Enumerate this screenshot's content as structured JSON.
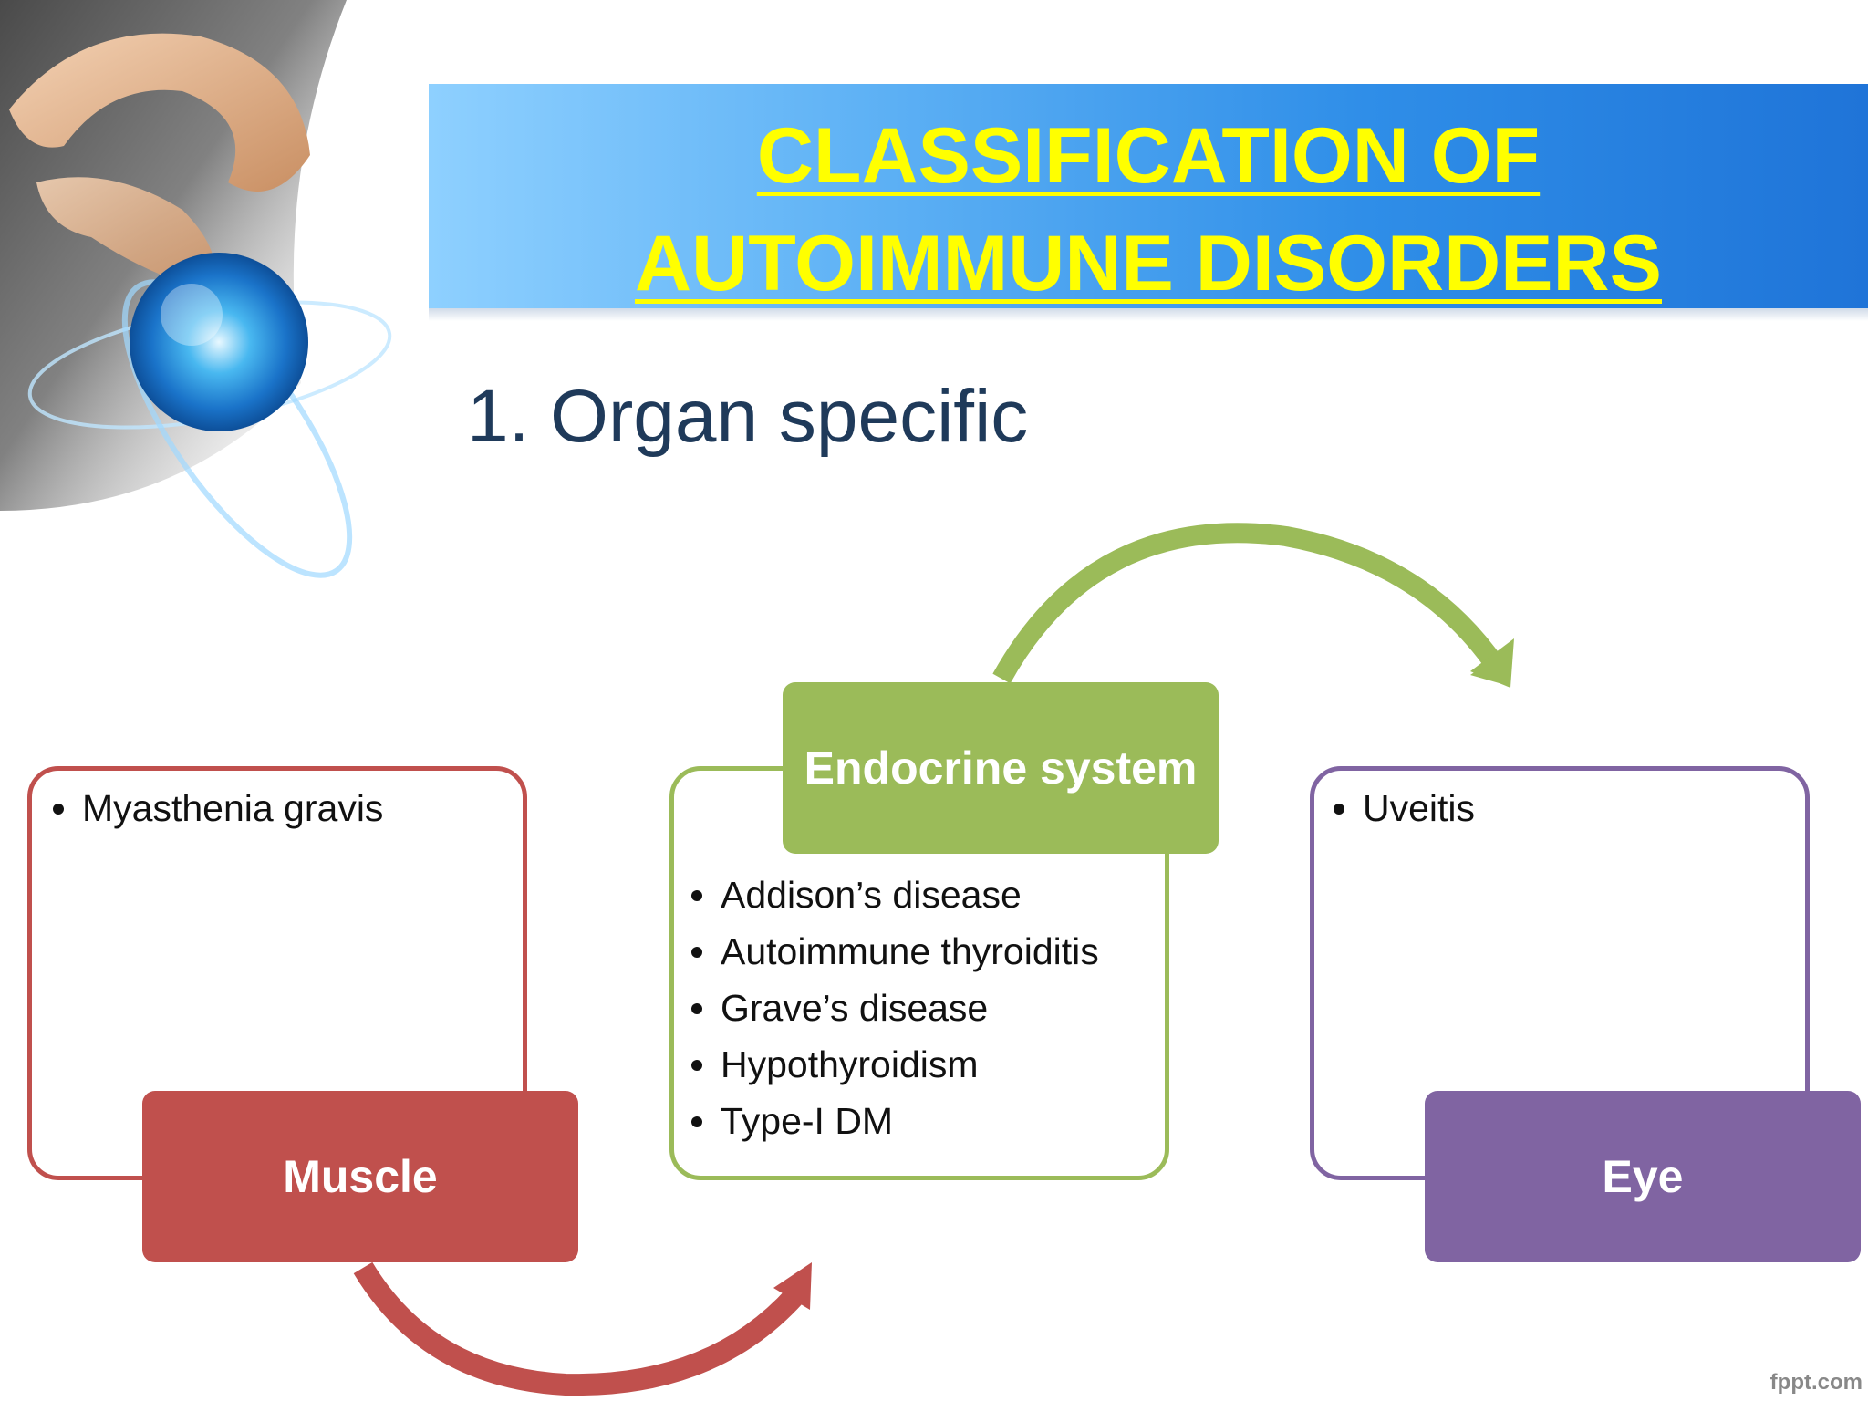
{
  "title": {
    "line1": "CLASSIFICATION OF",
    "line2": "AUTOIMMUNE DISORDERS"
  },
  "subtitle": "1. Organ specific",
  "groups": {
    "muscle": {
      "label": "Muscle",
      "items": [
        "Myasthenia gravis"
      ],
      "color": "#c0504d"
    },
    "endocrine": {
      "label": "Endocrine system",
      "items": [
        "Addison’s disease",
        "Autoimmune thyroiditis",
        "Grave’s disease",
        "Hypothyroidism",
        "Type-I DM"
      ],
      "color": "#9bbb59"
    },
    "eye": {
      "label": "Eye",
      "items": [
        "Uveitis"
      ],
      "color": "#8064a2"
    }
  },
  "colors": {
    "title_text": "#ffff00",
    "banner": "#2f8ee8",
    "subtitle_text": "#1f3a5a"
  },
  "watermark": "fppt.com"
}
